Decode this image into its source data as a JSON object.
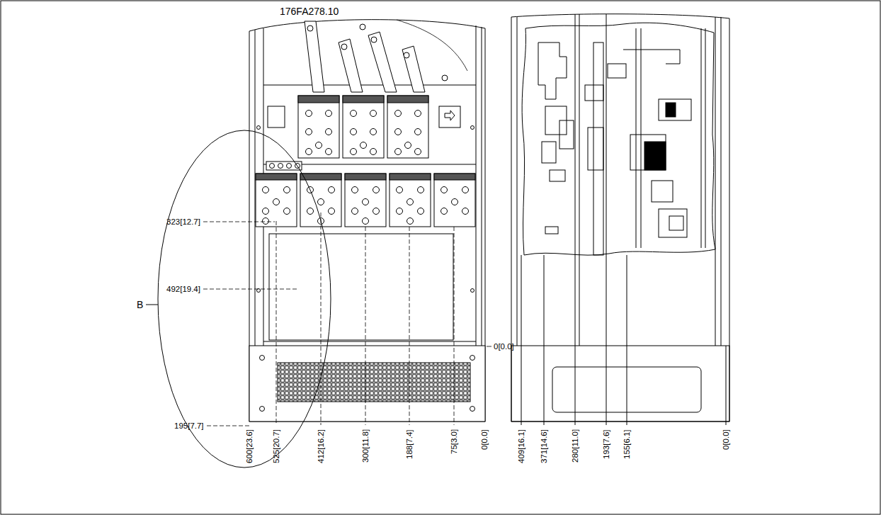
{
  "diagram": {
    "labels": [
      "176FA278.10",
      "492[19.4]",
      "323[12.7]",
      "B",
      "0[0.0]",
      "195[7.7]",
      "600[23.6]",
      "525[20.7]",
      "412[16.2]",
      "300[11.8]",
      "188[7.4]",
      "75[3.0]",
      "0[0.0]",
      "409[16.1]",
      "371[14.6]",
      "280[11.0]",
      "193[7.6]",
      "155[6.1]",
      "0[0.0]"
    ]
  }
}
